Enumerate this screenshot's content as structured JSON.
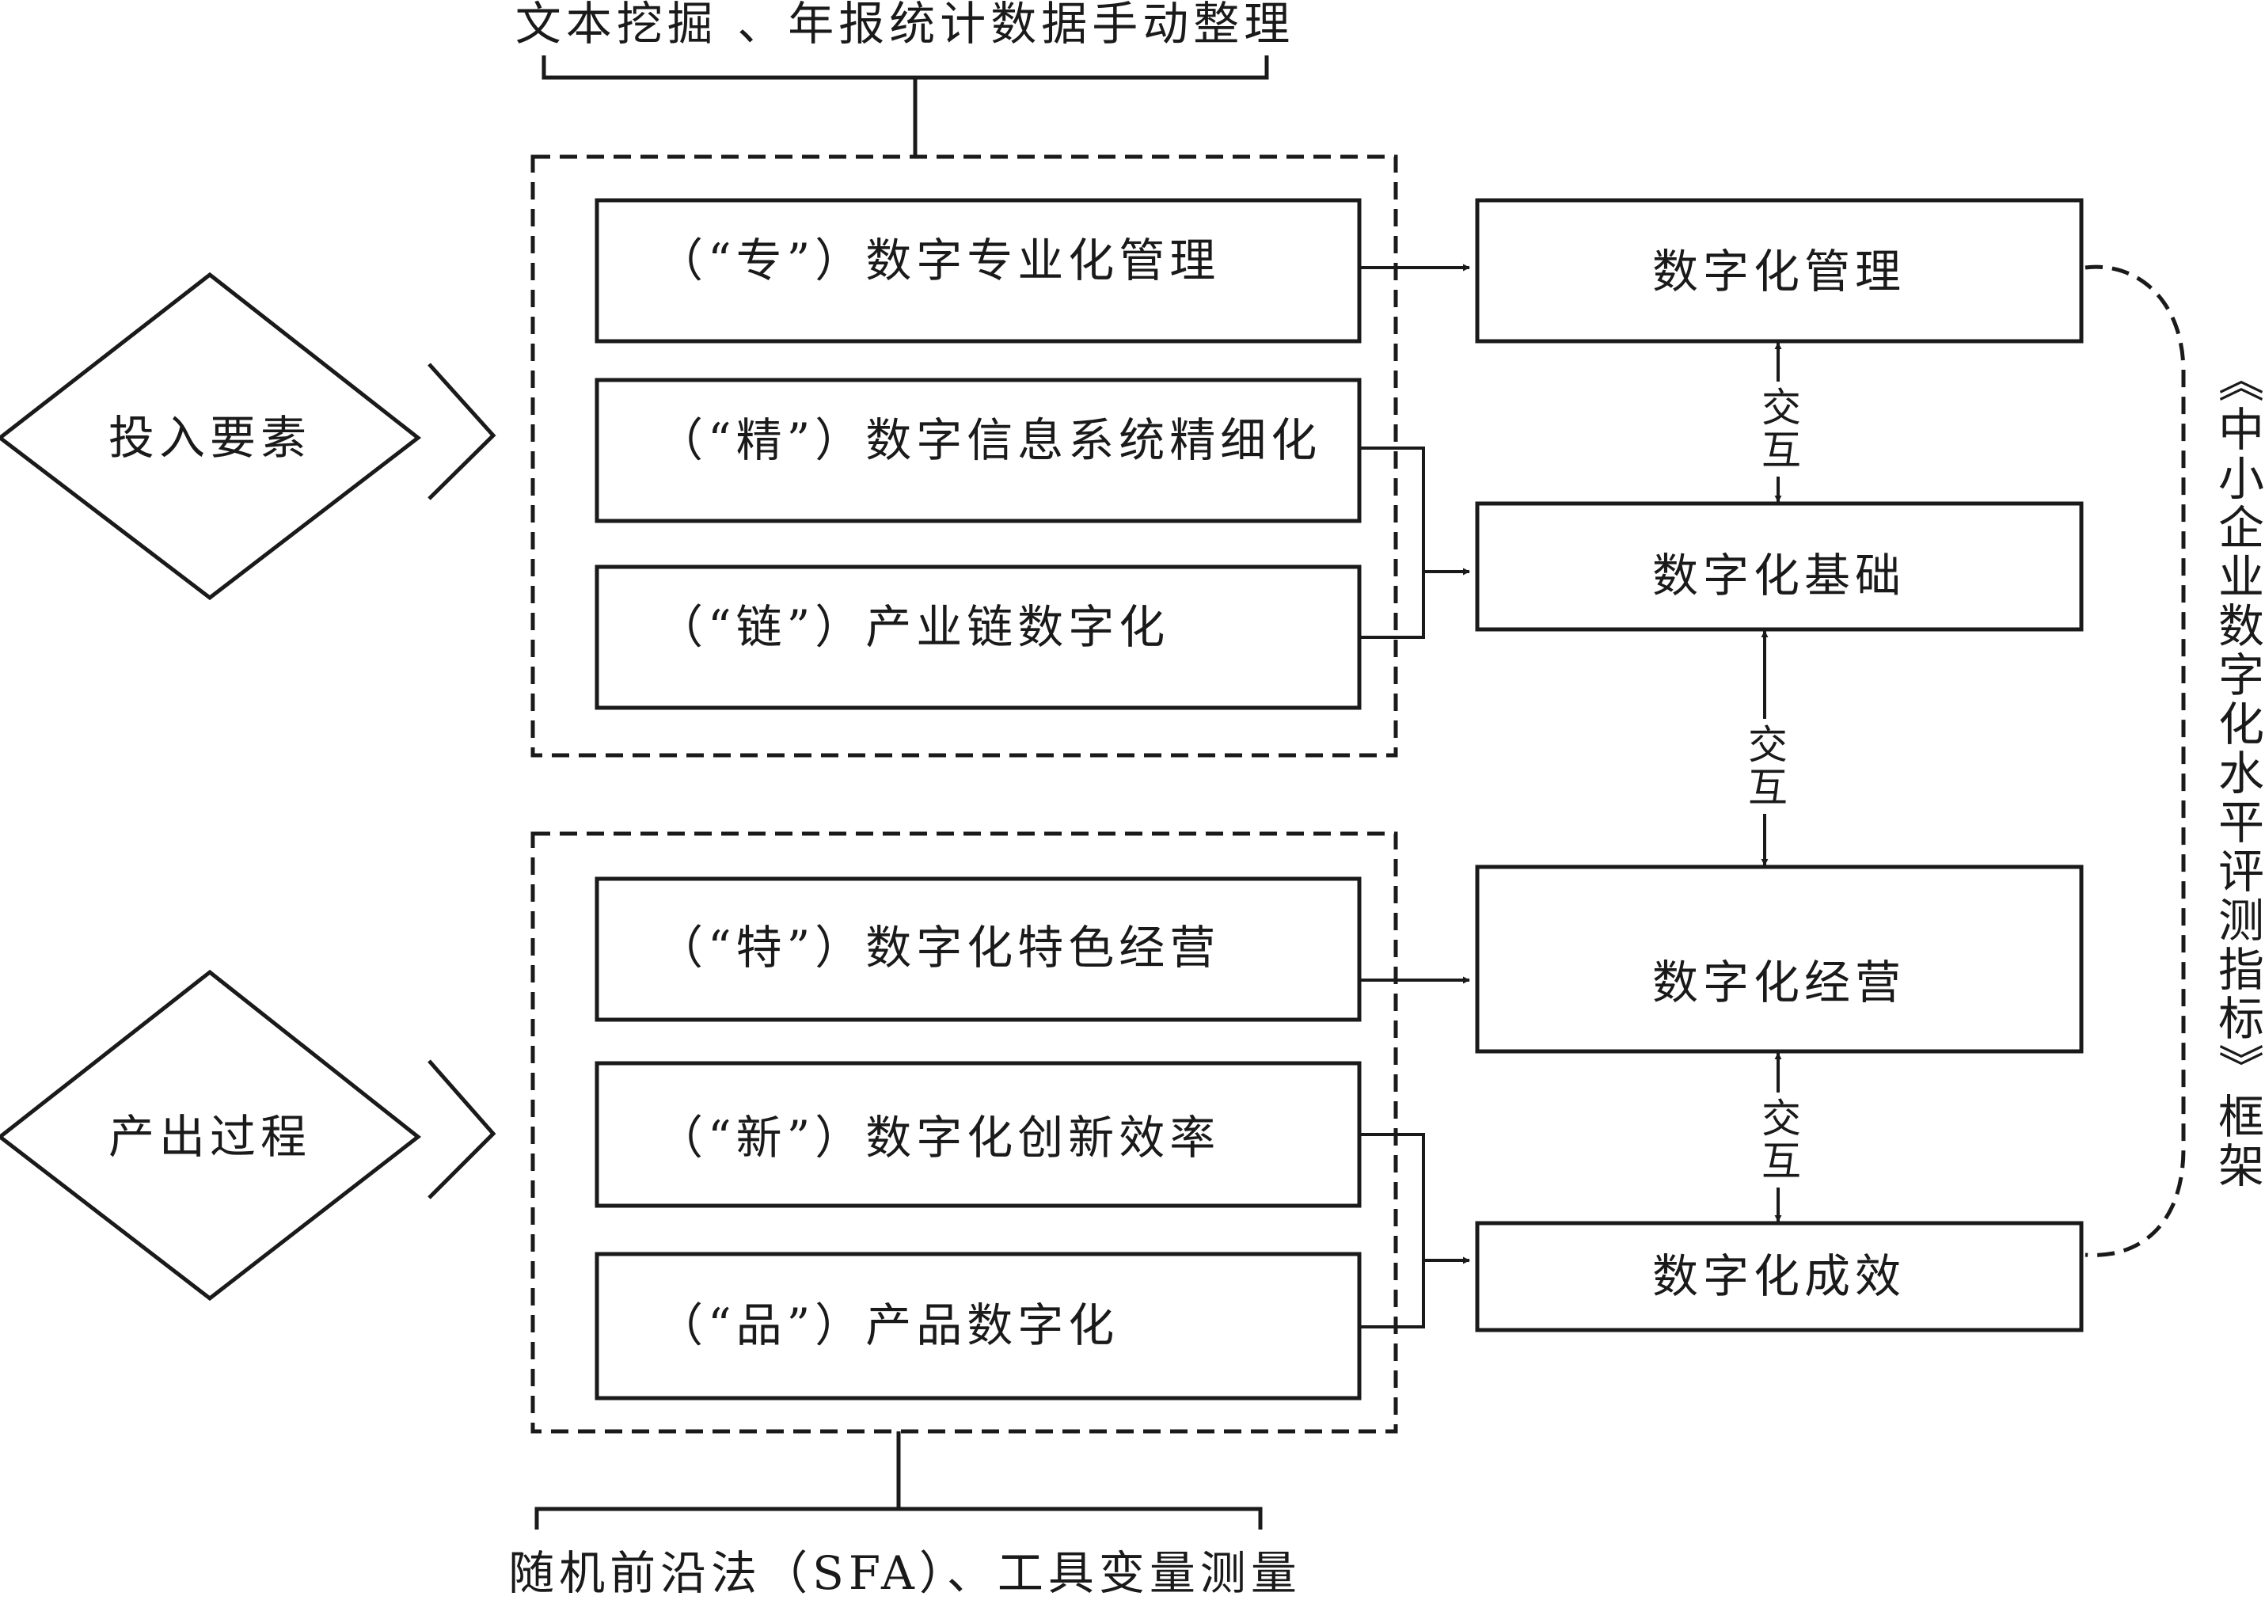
{
  "top_source": "文本挖掘 、年报统计数据手动整理",
  "bottom_source": "随机前沿法（SFA）、工具变量测量",
  "input_diamond": "投入要素",
  "output_diamond": "产出过程",
  "input_boxes": [
    "（“专”）数字专业化管理",
    "（“精”）数字信息系统精细化",
    "（“链”）产业链数字化"
  ],
  "output_boxes": [
    "（“特”）数字化特色经营",
    "（“新”）数字化创新效率",
    "（“品”）产品数字化"
  ],
  "right_boxes": [
    "数字化管理",
    "数字化基础",
    "数字化经营",
    "数字化成效"
  ],
  "interaction_label": "交互",
  "framework_label": "《中小企业数字化水平评测指标》框架"
}
